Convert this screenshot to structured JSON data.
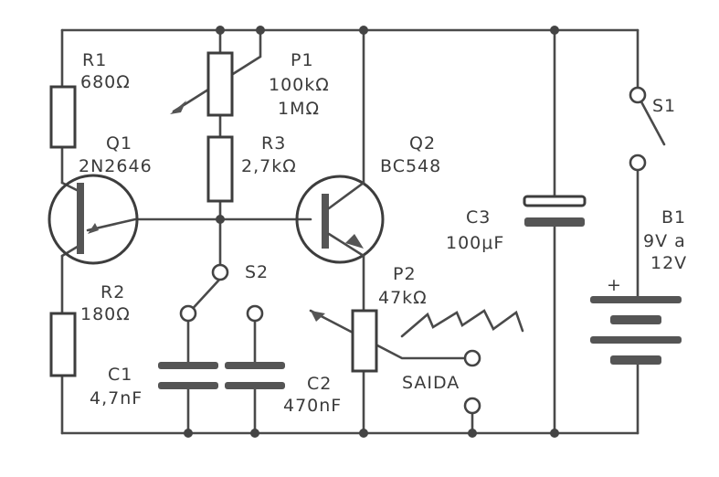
{
  "labels": {
    "r1_name": "R1",
    "r1_value": "680Ω",
    "p1_name": "P1",
    "p1_value1": "100kΩ",
    "p1_value2": "1MΩ",
    "r3_name": "R3",
    "r3_value": "2,7kΩ",
    "q1_name": "Q1",
    "q1_part": "2N2646",
    "q2_name": "Q2",
    "q2_part": "BC548",
    "r2_name": "R2",
    "r2_value": "180Ω",
    "s2_name": "S2",
    "c1_name": "C1",
    "c1_value": "4,7nF",
    "c2_name": "C2",
    "c2_value": "470nF",
    "p2_name": "P2",
    "p2_value": "47kΩ",
    "output_label": "SAIDA",
    "c3_name": "C3",
    "c3_value": "100μF",
    "s1_name": "S1",
    "b1_name": "B1",
    "b1_value1": "9V a",
    "b1_value2": "12V",
    "battery_plus": "+"
  },
  "colors": {
    "ink": "#4a4a4a",
    "paper": "#ffffff"
  }
}
